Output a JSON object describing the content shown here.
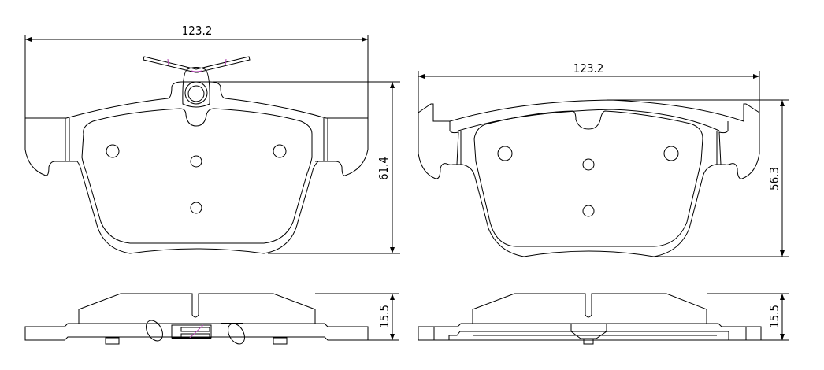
{
  "drawing": {
    "rear_pad_front_view": {
      "width_label": "123.2",
      "height_label": "61.4"
    },
    "front_pad_front_view": {
      "width_label": "123.2",
      "height_label": "56.3"
    },
    "rear_pad_side_view": {
      "thickness_label": "15.5"
    },
    "front_pad_side_view": {
      "thickness_label": "15.5"
    }
  },
  "colors": {
    "line": "#000000",
    "clip_accent": "#b040b0"
  }
}
